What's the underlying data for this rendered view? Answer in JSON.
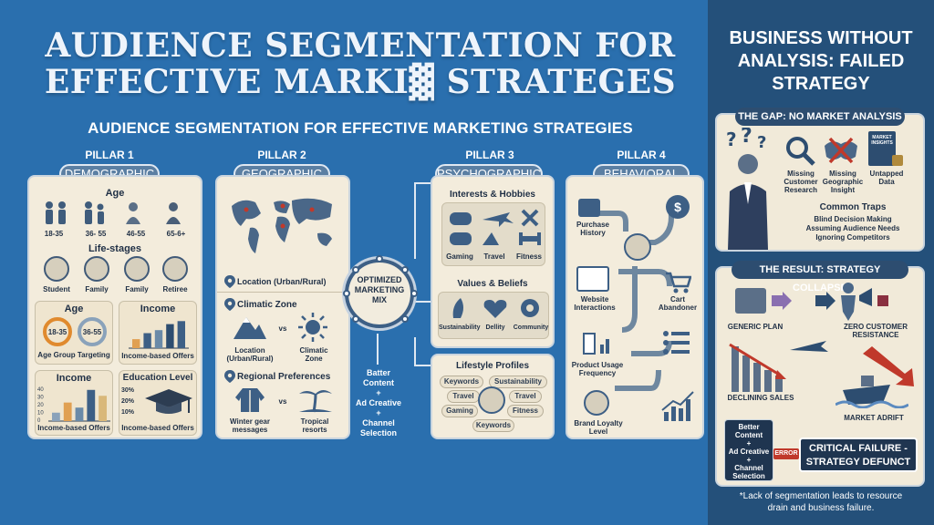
{
  "main_title_line1": "AUDIENCE SEGMENTATION FOR",
  "main_title_line2": "EFFECTIVE MARKI▓ STRATEGES",
  "subtitle": "AUDIENCE SEGMENTATION FOR EFFECTIVE MARKETING STRATEGIES",
  "pillars": [
    {
      "num": "PILLAR 1",
      "label": "DEMOGRAPHIC"
    },
    {
      "num": "PILLAR 2",
      "label": "GEOGRAPHIC"
    },
    {
      "num": "PILLAR 3",
      "label": "PSYCHOGRAPHIC"
    },
    {
      "num": "PILLAR 4",
      "label": "BEHAVIORAL"
    }
  ],
  "demographic": {
    "age_header": "Age",
    "age_ranges": [
      "18-35",
      "36- 55",
      "46-55",
      "65-6+"
    ],
    "lifestages_header": "Life-stages",
    "lifestages": [
      "Student",
      "Family",
      "Family",
      "Retiree"
    ],
    "age_box": {
      "title": "Age",
      "ring1": "18-35",
      "ring2": "36-55",
      "caption": "Age Group Targeting"
    },
    "income_box": {
      "title": "Income",
      "caption": "Income-based Offers",
      "values": [
        3,
        5,
        6,
        8,
        9
      ]
    },
    "income2_box": {
      "title": "Income",
      "caption": "Income-based Offers",
      "ticks": [
        "40",
        "30",
        "20",
        "10",
        "0"
      ],
      "values": [
        10,
        22,
        16,
        37,
        30
      ]
    },
    "edu_box": {
      "title": "Education Level",
      "caption": "Income-based Offers",
      "ticks": [
        "30%",
        "20%",
        "10%"
      ]
    }
  },
  "geographic": {
    "location": "Location (Urban/Rural)",
    "climatic_header": "Climatic Zone",
    "loc_label": "Location (Urban/Rural)",
    "vs1": "vs",
    "climatic_label": "Climatic Zone",
    "regional_header": "Regional Preferences",
    "winter_label": "Winter gear messages",
    "vs2": "vs",
    "tropical_label": "Tropical resorts"
  },
  "mix": {
    "line1": "OPTIMIZED",
    "line2": "MARKETING",
    "line3": "MIX"
  },
  "mix_output": [
    "Batter",
    "Content",
    "+",
    "Ad Creative",
    "+",
    "Channel",
    "Selection"
  ],
  "psychographic": {
    "interests_header": "Interests & Hobbies",
    "interests": [
      "Gaming",
      "Travel",
      "Fitness"
    ],
    "values_header": "Values & Beliefs",
    "values": [
      "Sustainability",
      "Dellity",
      "Community"
    ],
    "lifestyle_header": "Lifestyle Profiles",
    "tags": [
      "Keywords",
      "Sustainability",
      "Travel",
      "Travel",
      "Gaming",
      "Fitness",
      "Keywords"
    ]
  },
  "behavioral": {
    "purchase": "Purchase History",
    "cart": "Cart Abandoner",
    "website": "Website Interactions",
    "usage": "Product Usage Frequency",
    "loyalty": "Brand Loyalty Level"
  },
  "right": {
    "title_line1": "BUSINESS WITHOUT",
    "title_line2": "ANALYSIS: FAILED",
    "title_line3": "STRATEGY",
    "gap_header": "THE GAP: NO MARKET ANALYSIS",
    "gap_items": [
      "Missing Customer Research",
      "Missing Geographic Insight",
      "Untapped Data"
    ],
    "book_text": "MARKET INSIGHTS",
    "traps_header": "Common Traps",
    "traps": [
      "Blind Decision Making",
      "Assuming Audience Needs",
      "Ignoring Competitors"
    ],
    "result_header": "THE RESULT: STRATEGY COLLAPSE",
    "generic_plan": "GENERIC PLAN",
    "zero_customer": "ZERO CUSTOMER RESISTANCE",
    "declining": "DECLINING SALES",
    "market_adrift": "MARKET ADRIFT",
    "input_lines": [
      "Better",
      "Content",
      "+",
      "Ad Creative",
      "+",
      "Channel",
      "Selection"
    ],
    "error_label": "ERROR",
    "critical_line1": "CRITICAL FAILURE -",
    "critical_line2": "STRATEGY DEFUNCT",
    "footnote_line1": "*Lack of segmentation leads to resource",
    "footnote_line2": "drain and business failure."
  },
  "colors": {
    "background": "#2a6fae",
    "panel": "#f3ecdc",
    "accent_dark": "#2d4d70",
    "alert_red": "#c0392b"
  }
}
